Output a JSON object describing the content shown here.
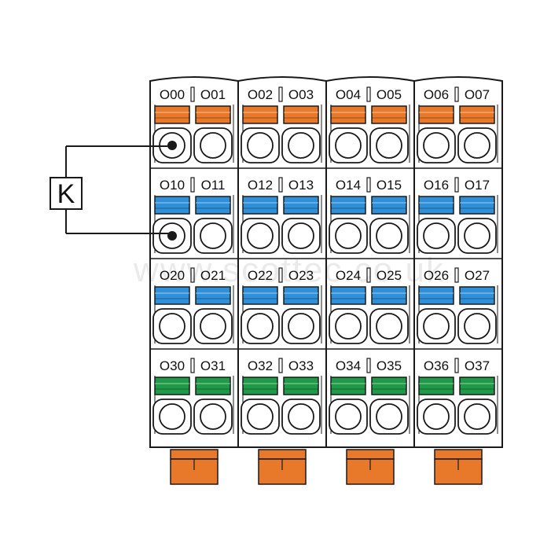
{
  "colors": {
    "outline": "#1a1a1a",
    "housing": "#ffffff",
    "orange": "#e8792b",
    "blue": "#2f8fd8",
    "green": "#1f9a48",
    "grey_edge": "#c8c8c8"
  },
  "relay": {
    "label": "K"
  },
  "watermark": "www.scottec.co.uk",
  "rows": [
    {
      "color": "orange",
      "wired": true,
      "labels": [
        "O00",
        "O01",
        "O02",
        "O03",
        "O04",
        "O05",
        "O06",
        "O07"
      ]
    },
    {
      "color": "blue",
      "wired": true,
      "labels": [
        "O10",
        "O11",
        "O12",
        "O13",
        "O14",
        "O15",
        "O16",
        "O17"
      ]
    },
    {
      "color": "blue",
      "wired": false,
      "labels": [
        "O20",
        "O21",
        "O22",
        "O23",
        "O24",
        "O25",
        "O26",
        "O27"
      ]
    },
    {
      "color": "green",
      "wired": false,
      "labels": [
        "O30",
        "O31",
        "O32",
        "O33",
        "O34",
        "O35",
        "O36",
        "O37"
      ]
    }
  ],
  "modules": 4,
  "icons": [
    "wire-terminal-icon",
    "push-button-icon",
    "din-rail-foot-icon"
  ]
}
